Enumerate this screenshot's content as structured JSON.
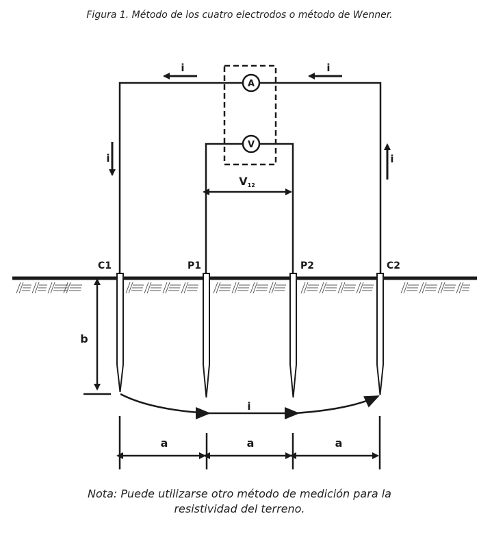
{
  "figure": {
    "title": "Figura 1. Método de los cuatro electrodos o método de Wenner.",
    "note_line1": "Nota: Puede utilizarse otro método de medición para la",
    "note_line2": "resistividad del terreno."
  },
  "instruments": {
    "ammeter": "A",
    "voltmeter": "V"
  },
  "labels": {
    "current": "i",
    "voltage_main": "V",
    "voltage_sub": "12",
    "depth": "b",
    "spacing": "a"
  },
  "electrodes": [
    {
      "id": "C1",
      "label": "C1"
    },
    {
      "id": "P1",
      "label": "P1"
    },
    {
      "id": "P2",
      "label": "P2"
    },
    {
      "id": "C2",
      "label": "C2"
    }
  ],
  "colors": {
    "line": "#1a1a1a",
    "hatch": "#555555",
    "background": "#ffffff"
  }
}
